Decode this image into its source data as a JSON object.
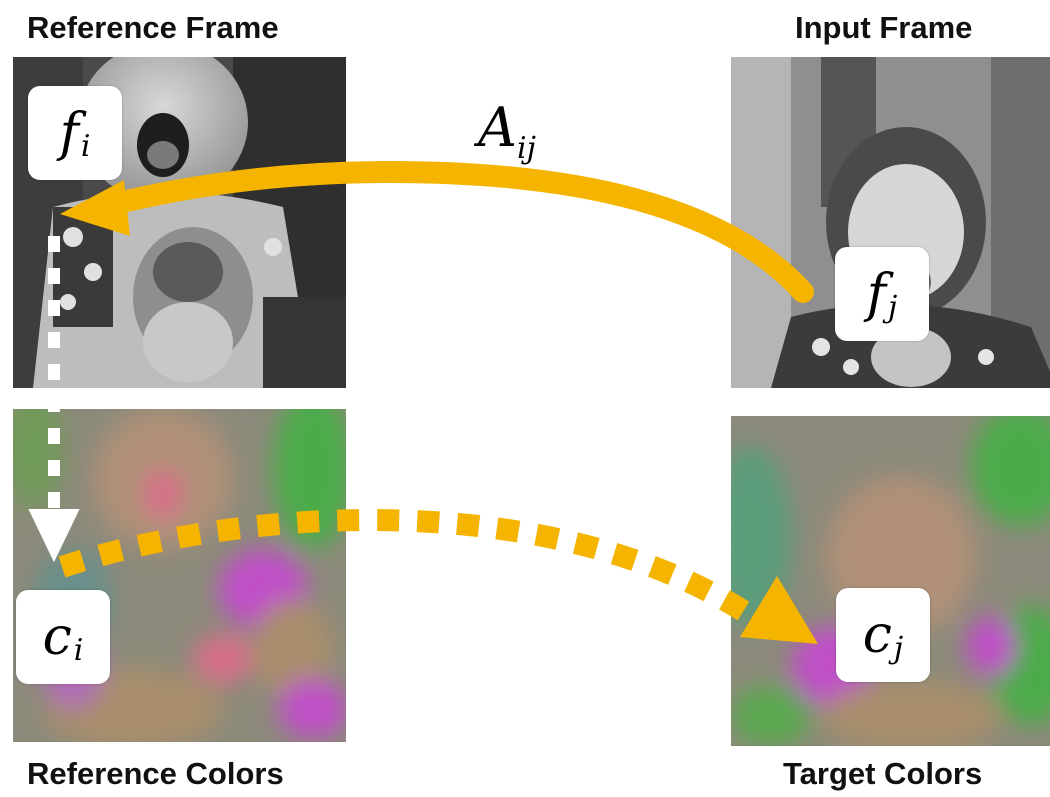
{
  "titles": {
    "reference_frame": "Reference Frame",
    "input_frame": "Input Frame",
    "reference_colors": "Reference Colors",
    "target_colors": "Target Colors"
  },
  "labels": {
    "f_i": {
      "base": "f",
      "sub": "i"
    },
    "f_j": {
      "base": "f",
      "sub": "j"
    },
    "c_i": {
      "base": "c",
      "sub": "i"
    },
    "c_j": {
      "base": "c",
      "sub": "j"
    },
    "affinity": {
      "base": "A",
      "sub": "ij"
    }
  },
  "colors": {
    "arrow_orange": "#F4B400",
    "arrow_white": "#FFFFFF",
    "gray_dark": "#3a3a3a",
    "gray_mid": "#8a8a8a",
    "gray_light": "#c8c8c8",
    "color_base": "#8c8a7a",
    "color_green": "#4cab49",
    "color_magenta": "#c050c8",
    "color_pink": "#d86e8a",
    "color_tan": "#a88e6c"
  }
}
